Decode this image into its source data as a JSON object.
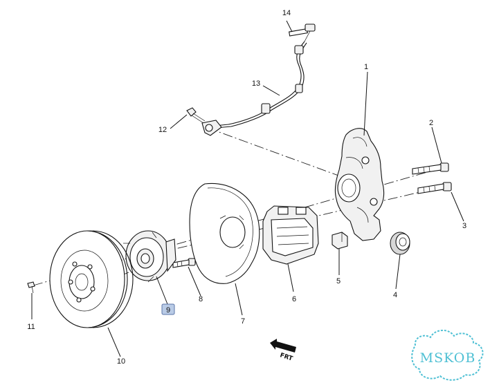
{
  "callouts": {
    "c1": "1",
    "c2": "2",
    "c3": "3",
    "c4": "4",
    "c5": "5",
    "c6": "6",
    "c7": "7",
    "c8": "8",
    "c9": "9",
    "c10": "10",
    "c11": "11",
    "c12": "12",
    "c13": "13",
    "c14": "14"
  },
  "highlighted_callout": "9",
  "highlight_color": "#b9cbe6",
  "front_indicator": "FRT",
  "watermark": "MSKOB",
  "watermark_color": "#4fc0d4"
}
